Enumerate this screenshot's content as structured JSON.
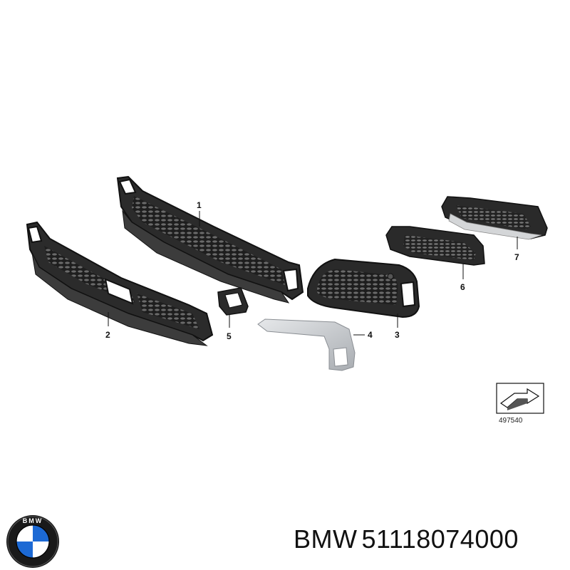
{
  "callouts": [
    {
      "id": "1",
      "label": "1"
    },
    {
      "id": "2",
      "label": "2"
    },
    {
      "id": "3",
      "label": "3"
    },
    {
      "id": "4",
      "label": "4"
    },
    {
      "id": "5",
      "label": "5"
    },
    {
      "id": "6",
      "label": "6"
    },
    {
      "id": "7",
      "label": "7"
    }
  ],
  "reference_code": "497540",
  "caption": {
    "brand": "BMW",
    "part_number": "51118074000"
  },
  "logo": {
    "text": "BMW",
    "colors": {
      "blue": "#1c69d4",
      "white": "#ffffff",
      "ring": "#000000"
    }
  },
  "colors": {
    "part_dark": "#2a2a2a",
    "part_mesh": "#4a4a4a",
    "trim_silver": "#c9ccd0"
  }
}
